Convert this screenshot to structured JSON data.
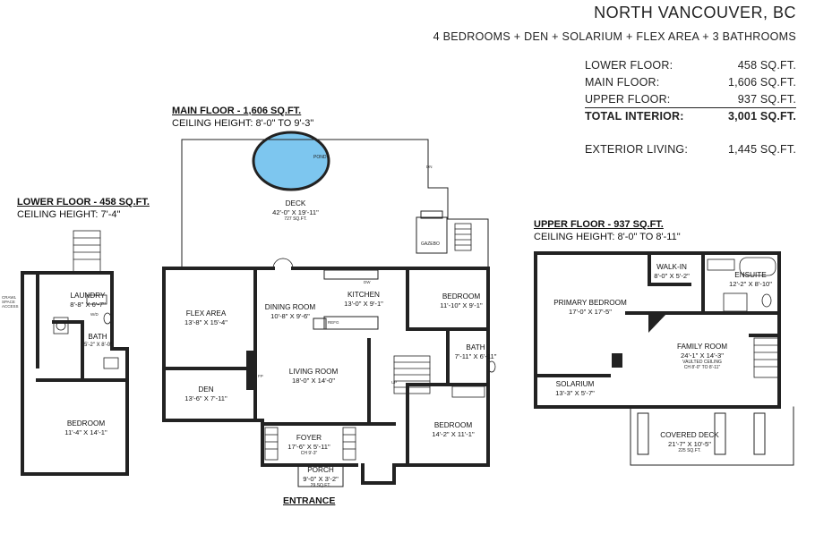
{
  "header": {
    "location": "NORTH VANCOUVER, BC",
    "summary": "4 BEDROOMS + DEN + SOLARIUM + FLEX AREA + 3 BATHROOMS"
  },
  "area_table": [
    {
      "label": "LOWER FLOOR:",
      "value": "458 SQ.FT."
    },
    {
      "label": "MAIN FLOOR:",
      "value": "1,606 SQ.FT."
    },
    {
      "label": "UPPER FLOOR:",
      "value": "937 SQ.FT."
    },
    {
      "label": "TOTAL INTERIOR:",
      "value": "3,001 SQ.FT."
    },
    {
      "label": "EXTERIOR LIVING:",
      "value": "1,445 SQ.FT."
    }
  ],
  "main_floor": {
    "title": "MAIN FLOOR - 1,606 SQ.FT.",
    "ceiling": "CEILING HEIGHT: 8'-0\" TO 9'-3\"",
    "rooms": {
      "pond": "POND",
      "deck_name": "DECK",
      "deck_dim": "42'-0\" X 19'-11\"",
      "deck_area": "727 SQ.FT.",
      "gazebo": "GAZEBO",
      "flex_name": "FLEX AREA",
      "flex_dim": "13'-8\" X 15'-4\"",
      "dining_name": "DINING ROOM",
      "dining_dim": "10'-8\" X 9'-6\"",
      "kitchen_name": "KITCHEN",
      "kitchen_dim": "13'-0\" X 9'-1\"",
      "bedroom1_name": "BEDROOM",
      "bedroom1_dim": "11'-10\" X 9'-1\"",
      "bath_name": "BATH",
      "bath_dim": "7'-11\" X 6'-11\"",
      "living_name": "LIVING ROOM",
      "living_dim": "18'-0\" X 14'-0\"",
      "den_name": "DEN",
      "den_dim": "13'-6\" X 7'-11\"",
      "bedroom2_name": "BEDROOM",
      "bedroom2_dim": "14'-2\" X 11'-1\"",
      "foyer_name": "FOYER",
      "foyer_dim": "17'-6\" X 5'-11\"",
      "foyer_ch": "CH 9'-3\"",
      "porch_name": "PORCH",
      "porch_dim": "9'-0\" X 3'-2\"",
      "porch_area": "29 SQ.FT.",
      "refg": "REFG",
      "dw": "DW",
      "fp": "FP"
    },
    "entrance": "ENTRANCE",
    "markers": {
      "dn": "DN",
      "up": "UP"
    }
  },
  "lower_floor": {
    "title": "LOWER FLOOR - 458 SQ.FT.",
    "ceiling": "CEILING HEIGHT: 7'-4\"",
    "rooms": {
      "laundry_name": "LAUNDRY",
      "laundry_dim": "8'-8\" X 6'-7\"",
      "bath_name": "BATH",
      "bath_dim": "5'-2\" X 8'-0\"",
      "bedroom_name": "BEDROOM",
      "bedroom_dim": "11'-4\" X 14'-1\"",
      "crawl": "CRAWL SPACE ACCESS",
      "wd": "W/D"
    }
  },
  "upper_floor": {
    "title": "UPPER FLOOR - 937 SQ.FT.",
    "ceiling": "CEILING HEIGHT: 8'-0\" TO 8'-11\"",
    "rooms": {
      "walkin_name": "WALK-IN",
      "walkin_dim": "8'-0\" X 5'-2\"",
      "ensuite_name": "ENSUITE",
      "ensuite_dim": "12'-2\" X 8'-10\"",
      "primary_name": "PRIMARY BEDROOM",
      "primary_dim": "17'-0\" X 17'-5\"",
      "family_name": "FAMILY ROOM",
      "family_dim": "24'-1\" X 14'-3\"",
      "family_ceiling": "VAULTED CEILING",
      "family_ch": "CH 8'-0\" TO 8'-11\"",
      "solarium_name": "SOLARIUM",
      "solarium_dim": "13'-3\" X 5'-7\"",
      "covered_name": "COVERED DECK",
      "covered_dim": "21'-7\" X 10'-5\"",
      "covered_area": "225 SQ.FT."
    }
  }
}
